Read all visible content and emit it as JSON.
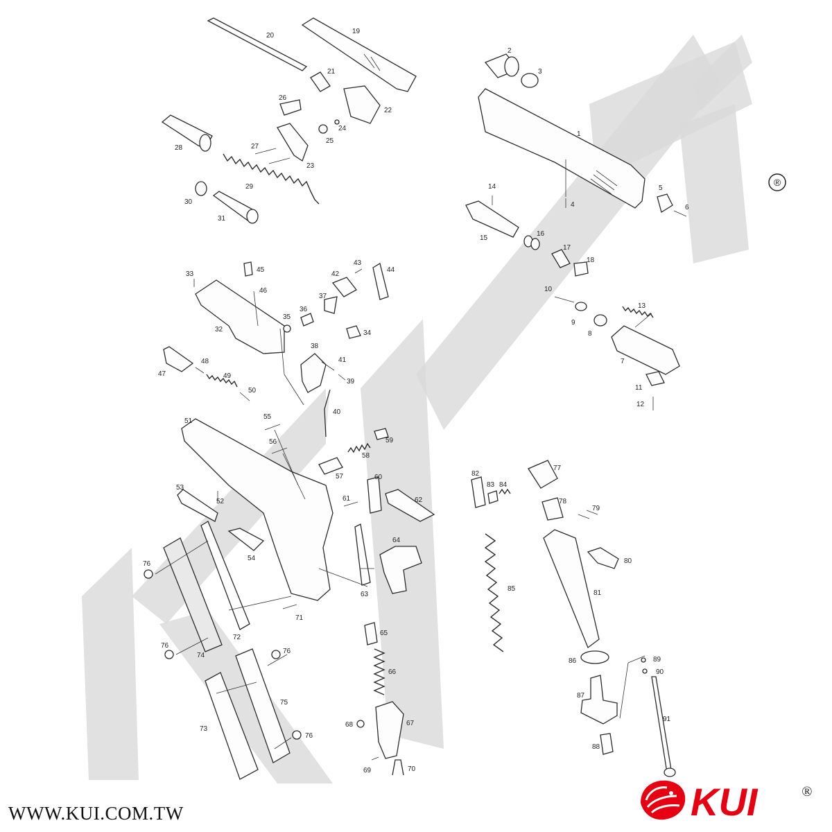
{
  "diagram": {
    "website": "WWW.KUI.COM.TW",
    "brand": "KUI",
    "registered_mark": "®",
    "watermark": "KJI",
    "parts": [
      {
        "n": "1"
      },
      {
        "n": "2"
      },
      {
        "n": "3"
      },
      {
        "n": "4"
      },
      {
        "n": "5"
      },
      {
        "n": "6"
      },
      {
        "n": "7"
      },
      {
        "n": "8"
      },
      {
        "n": "9"
      },
      {
        "n": "10"
      },
      {
        "n": "11"
      },
      {
        "n": "12"
      },
      {
        "n": "13"
      },
      {
        "n": "14"
      },
      {
        "n": "15"
      },
      {
        "n": "16"
      },
      {
        "n": "17"
      },
      {
        "n": "18"
      },
      {
        "n": "19"
      },
      {
        "n": "20"
      },
      {
        "n": "21"
      },
      {
        "n": "22"
      },
      {
        "n": "23"
      },
      {
        "n": "24"
      },
      {
        "n": "25"
      },
      {
        "n": "26"
      },
      {
        "n": "27"
      },
      {
        "n": "28"
      },
      {
        "n": "29"
      },
      {
        "n": "30"
      },
      {
        "n": "31"
      },
      {
        "n": "32"
      },
      {
        "n": "33"
      },
      {
        "n": "34"
      },
      {
        "n": "35"
      },
      {
        "n": "36"
      },
      {
        "n": "37"
      },
      {
        "n": "38"
      },
      {
        "n": "39"
      },
      {
        "n": "40"
      },
      {
        "n": "41"
      },
      {
        "n": "42"
      },
      {
        "n": "43"
      },
      {
        "n": "44"
      },
      {
        "n": "45"
      },
      {
        "n": "46"
      },
      {
        "n": "47"
      },
      {
        "n": "48"
      },
      {
        "n": "49"
      },
      {
        "n": "50"
      },
      {
        "n": "51"
      },
      {
        "n": "52"
      },
      {
        "n": "53"
      },
      {
        "n": "54"
      },
      {
        "n": "55"
      },
      {
        "n": "56"
      },
      {
        "n": "57"
      },
      {
        "n": "58"
      },
      {
        "n": "59"
      },
      {
        "n": "60"
      },
      {
        "n": "61"
      },
      {
        "n": "62"
      },
      {
        "n": "63"
      },
      {
        "n": "64"
      },
      {
        "n": "65"
      },
      {
        "n": "66"
      },
      {
        "n": "67"
      },
      {
        "n": "68"
      },
      {
        "n": "69"
      },
      {
        "n": "70"
      },
      {
        "n": "71"
      },
      {
        "n": "72"
      },
      {
        "n": "73"
      },
      {
        "n": "74"
      },
      {
        "n": "75"
      },
      {
        "n": "76"
      },
      {
        "n": "76"
      },
      {
        "n": "76"
      },
      {
        "n": "76"
      },
      {
        "n": "77"
      },
      {
        "n": "78"
      },
      {
        "n": "79"
      },
      {
        "n": "80"
      },
      {
        "n": "81"
      },
      {
        "n": "82"
      },
      {
        "n": "83"
      },
      {
        "n": "84"
      },
      {
        "n": "85"
      },
      {
        "n": "86"
      },
      {
        "n": "87"
      },
      {
        "n": "88"
      },
      {
        "n": "89"
      },
      {
        "n": "90"
      },
      {
        "n": "91"
      }
    ]
  },
  "colors": {
    "brand_red": "#e60012",
    "watermark_gray": "#d9d9d9",
    "line": "#2a2a2a"
  }
}
